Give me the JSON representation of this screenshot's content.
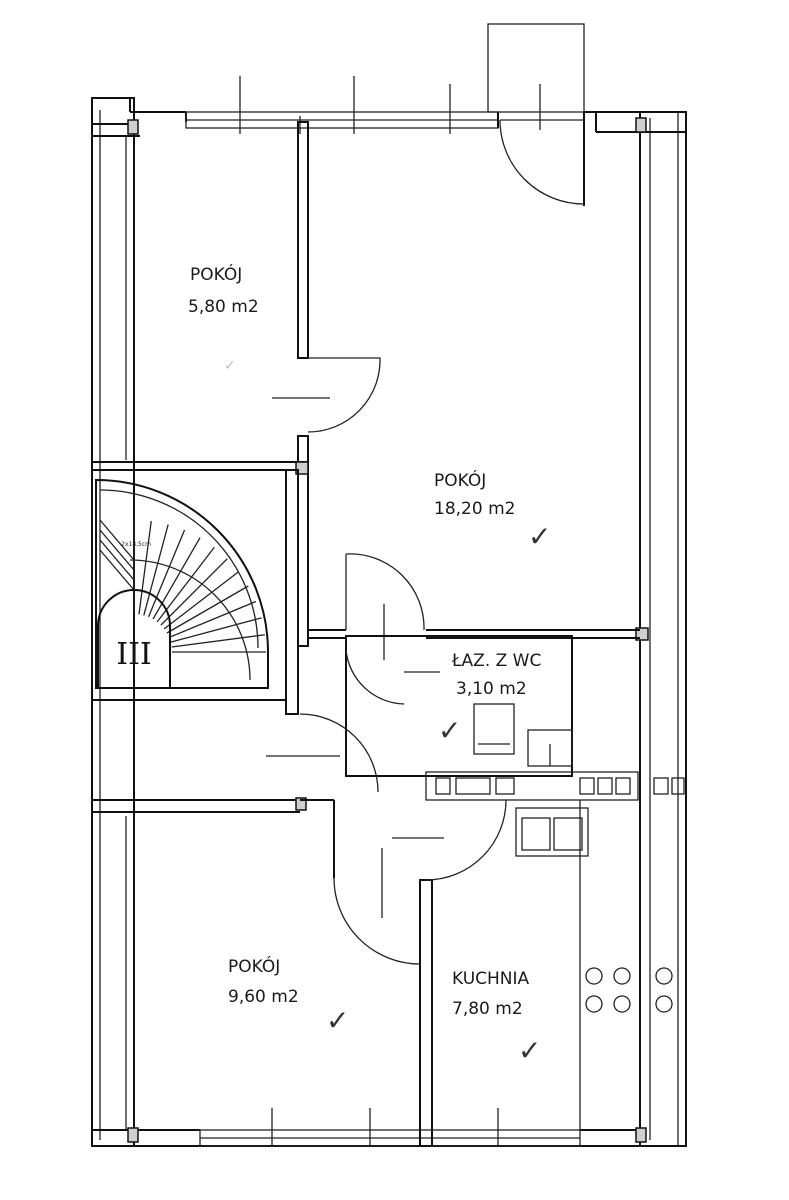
{
  "rooms": [
    {
      "name": "POKÓJ",
      "area": "5,80  m2"
    },
    {
      "name": "POKÓJ",
      "area": "18,20 m2"
    },
    {
      "name": "ŁAZ.  Z  WC",
      "area": "3,10  m2"
    },
    {
      "name": "POKÓJ",
      "area": "9,60  m2"
    },
    {
      "name": "KUCHNIA",
      "area": "7,80  m2"
    }
  ],
  "stairs": {
    "label": "III",
    "note": "2x18,5cm"
  },
  "marks": {
    "check": "✓",
    "light_check": "✓"
  }
}
